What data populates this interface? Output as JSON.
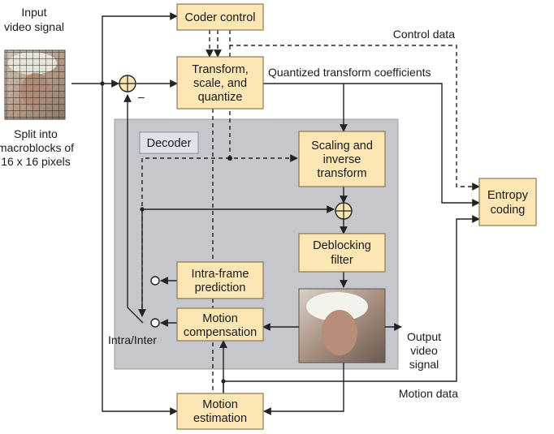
{
  "labels": {
    "input": [
      "Input",
      "video signal"
    ],
    "split": [
      "Split into",
      "macroblocks of",
      "16 x 16 pixels"
    ],
    "control_data": "Control data",
    "quantized": "Quantized transform coefficients",
    "output": [
      "Output",
      "video",
      "signal"
    ],
    "motion_data": "Motion data",
    "intra_inter": "Intra/Inter",
    "minus_sign": "–"
  },
  "blocks": {
    "coder_control": [
      "Coder control"
    ],
    "transform": [
      "Transform,",
      "scale, and",
      "quantize"
    ],
    "decoder": [
      "Decoder"
    ],
    "scaling": [
      "Scaling and",
      "inverse",
      "transform"
    ],
    "entropy": [
      "Entropy",
      "coding"
    ],
    "deblocking": [
      "Deblocking",
      "filter"
    ],
    "intra": [
      "Intra-frame",
      "prediction"
    ],
    "motion_comp": [
      "Motion",
      "compensation"
    ],
    "motion_est": [
      "Motion",
      "estimation"
    ]
  },
  "colors": {
    "block_fill": "#fbe6b4",
    "decoder_region": "#c5c7cc",
    "decoder_label_fill": "#dde4ee",
    "line": "#222222"
  }
}
